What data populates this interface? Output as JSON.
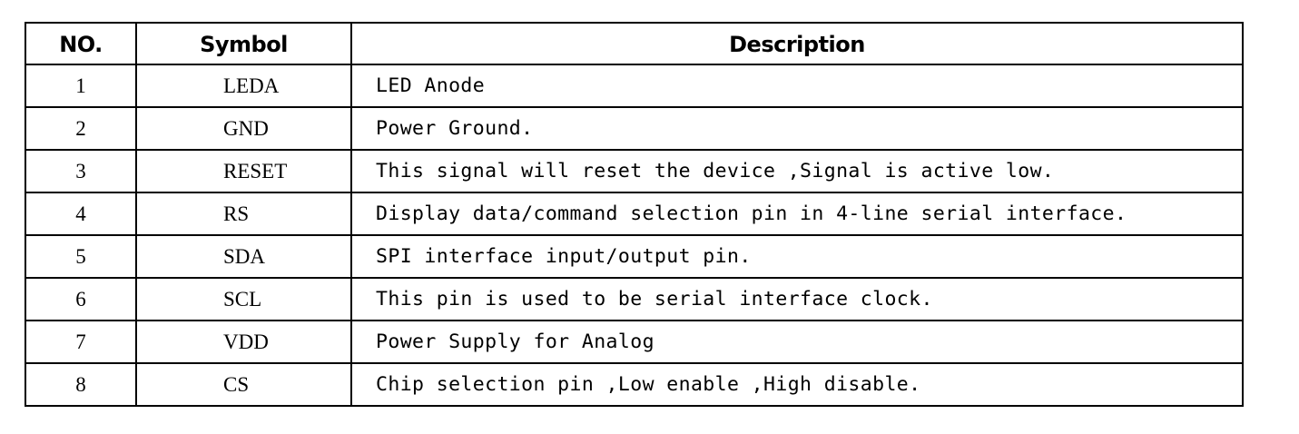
{
  "table": {
    "headers": {
      "no": "NO.",
      "symbol": "Symbol",
      "description": "Description"
    },
    "rows": [
      {
        "no": "1",
        "symbol": "LEDA",
        "description": "LED Anode"
      },
      {
        "no": "2",
        "symbol": "GND",
        "description": "Power Ground."
      },
      {
        "no": "3",
        "symbol": "RESET",
        "description": "This signal will reset the device ,Signal is active low."
      },
      {
        "no": "4",
        "symbol": "RS",
        "description": "Display data/command selection pin in 4-line serial interface."
      },
      {
        "no": "5",
        "symbol": "SDA",
        "description": "SPI interface input/output pin."
      },
      {
        "no": "6",
        "symbol": "SCL",
        "description": "This pin is used to be serial interface clock."
      },
      {
        "no": "7",
        "symbol": "VDD",
        "description": "Power Supply for Analog"
      },
      {
        "no": "8",
        "symbol": "CS",
        "description": "Chip selection pin ,Low enable ,High disable."
      }
    ]
  }
}
